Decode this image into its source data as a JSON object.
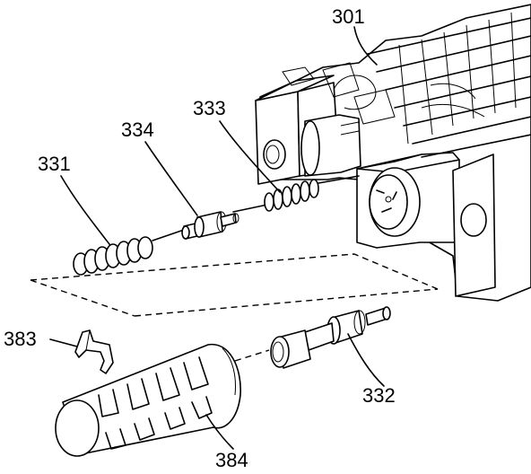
{
  "labels": {
    "l301": "301",
    "l333": "333",
    "l334": "334",
    "l331": "331",
    "l383": "383",
    "l332": "332",
    "l384": "384"
  }
}
